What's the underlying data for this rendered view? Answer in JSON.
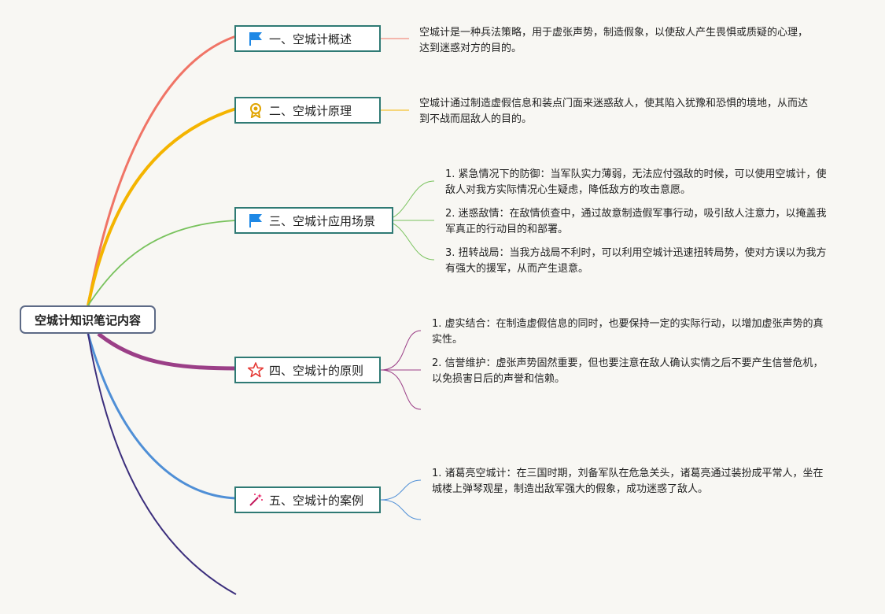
{
  "root": {
    "title": "空城计知识笔记内容"
  },
  "branches": [
    {
      "title": "一、空城计概述",
      "icon": "flag-icon",
      "color": "#f07466",
      "notes": [
        "空城计是一种兵法策略，用于虚张声势，制造假象，以使敌人产生畏惧或质疑的心理，达到迷惑对方的目的。"
      ]
    },
    {
      "title": "二、空城计原理",
      "icon": "award-ribbon-icon",
      "color": "#f4b400",
      "notes": [
        "空城计通过制造虚假信息和装点门面来迷惑敌人，使其陷入犹豫和恐惧的境地，从而达到不战而屈敌人的目的。"
      ]
    },
    {
      "title": "三、空城计应用场景",
      "icon": "flag-icon",
      "color": "#78c25c",
      "notes": [
        "1. 紧急情况下的防御：当军队实力薄弱，无法应付强敌的时候，可以使用空城计，使敌人对我方实际情况心生疑虑，降低敌方的攻击意愿。",
        "2. 迷惑敌情：在敌情侦查中，通过故意制造假军事行动，吸引敌人注意力，以掩盖我军真正的行动目的和部署。",
        "3. 扭转战局：当我方战局不利时，可以利用空城计迅速扭转局势，使对方误以为我方有强大的援军，从而产生退意。"
      ]
    },
    {
      "title": "四、空城计的原则",
      "icon": "star-icon",
      "color": "#9b3f87",
      "notes": [
        "1. 虚实结合：在制造虚假信息的同时，也要保持一定的实际行动，以增加虚张声势的真实性。",
        "2. 信誉维护：虚张声势固然重要，但也要注意在敌人确认实情之后不要产生信誉危机，以免损害日后的声誉和信赖。"
      ]
    },
    {
      "title": "五、空城计的案例",
      "icon": "magic-wand-icon",
      "color": "#4f8fd6",
      "notes": [
        "1. 诸葛亮空城计：在三国时期，刘备军队在危急关头，诸葛亮通过装扮成平常人，坐在城楼上弹琴观星，制造出敌军强大的假象，成功迷惑了敌人。"
      ]
    }
  ]
}
